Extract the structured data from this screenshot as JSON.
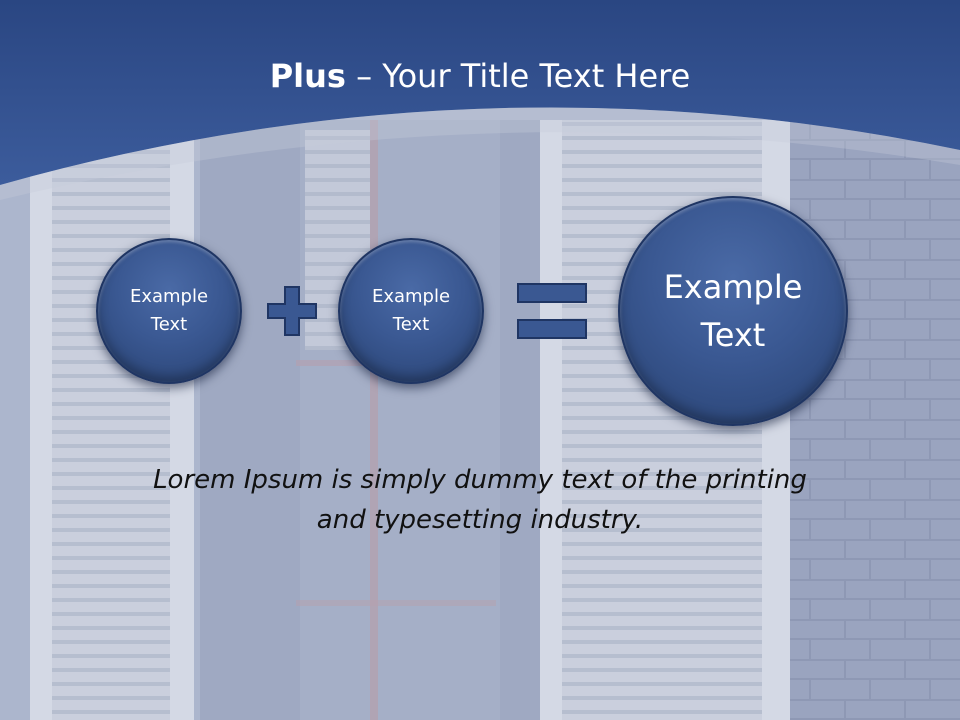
{
  "slide": {
    "title_bold": "Plus",
    "title_rest": " – Your Title Text Here",
    "circles": [
      {
        "text": "Example\nText"
      },
      {
        "text": "Example\nText"
      },
      {
        "text": "Example\nText"
      }
    ],
    "body_text": "Lorem Ipsum is simply dummy text of the printing\nand typesetting industry."
  },
  "colors": {
    "header_blue": "#33528f",
    "circle_blue": "#3a5892",
    "background_slate": "#a7b1c8",
    "body_text": "#111111"
  },
  "icons": [
    "plus-icon",
    "equals-icon"
  ]
}
